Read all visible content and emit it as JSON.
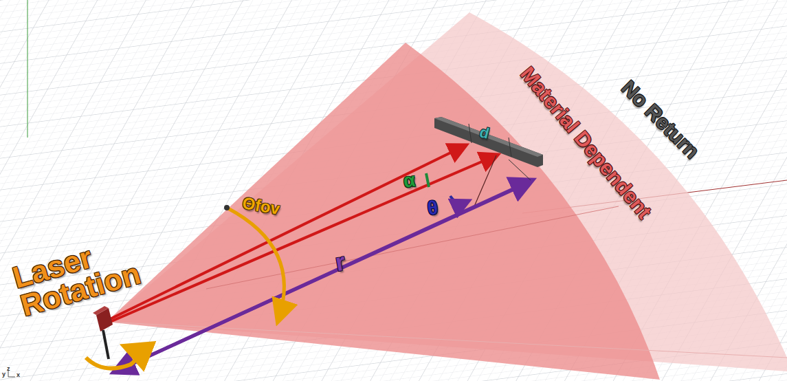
{
  "diagram": {
    "labels": [
      "Laser Rotation",
      "Θfov",
      "α",
      "θ",
      "d",
      "r",
      "Material Dependent",
      "No Return",
      "z",
      "y",
      "x"
    ]
  }
}
